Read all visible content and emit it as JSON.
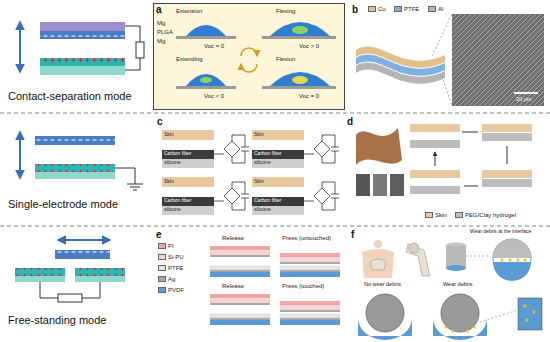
{
  "diagram": {
    "nodes": [
      {
        "text": [
          "Extension",
          "Flexing",
          "Mg",
          "PLGA",
          "Mg",
          "Voc = 0",
          "Voc > 0",
          "Extending",
          "Flexion",
          "Voc < 0",
          "Voc = 0"
        ]
      }
    ],
    "labels": [
      "Contact-separation mode",
      "a",
      "b",
      "20 μm",
      "Single-electrode mode",
      "c",
      "Skin",
      "Carbon fiber",
      "silicone",
      "Skin",
      "Carbon fiber",
      "silicone",
      "Skin",
      "Carbon fiber",
      "silicone",
      "Skin",
      "Carbon fiber",
      "silicone",
      "d",
      "Free-standing mode",
      "e",
      "Release",
      "Press (untouched)",
      "Release",
      "Press (touched)",
      "f",
      "Wear debris at the interface",
      "No wear debris",
      "Wear debris"
    ],
    "legend": [
      {
        "text": "Cu",
        "color": "#e3bf8a"
      },
      {
        "text": "PTFE",
        "color": "#7fb0e0"
      },
      {
        "text": "Al",
        "color": "#b5b5b5"
      },
      {
        "text": "Skin",
        "color": "#e8c9a0"
      },
      {
        "text": "PEG/Clay hydrogel",
        "color": "#bdbdbd"
      },
      {
        "text": "PI",
        "color": "#f2a7a7"
      },
      {
        "text": "Si-PU",
        "color": "#f7d4d4"
      },
      {
        "text": "PTFE",
        "color": "#e4e4e4"
      },
      {
        "text": "Ag",
        "color": "#a9a9a9"
      },
      {
        "text": "PVDF",
        "color": "#5b9bd5"
      }
    ]
  }
}
